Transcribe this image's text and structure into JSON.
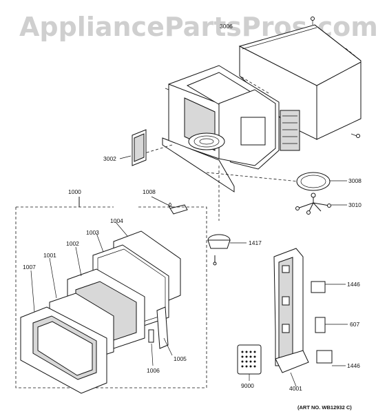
{
  "watermark": "AppliancePartsPros.com",
  "art_number": "(ART NO. WB12932 C)",
  "callouts": {
    "c3006": "3006",
    "c3002": "3002",
    "c3008": "3008",
    "c3010": "3010",
    "c1000": "1000",
    "c1008": "1008",
    "c1004": "1004",
    "c1003": "1003",
    "c1002": "1002",
    "c1001": "1001",
    "c1007": "1007",
    "c1417": "1417",
    "c1446a": "1446",
    "c607": "607",
    "c1446b": "1446",
    "c1005": "1005",
    "c1006": "1006",
    "c9000": "9000",
    "c4001": "4001"
  }
}
